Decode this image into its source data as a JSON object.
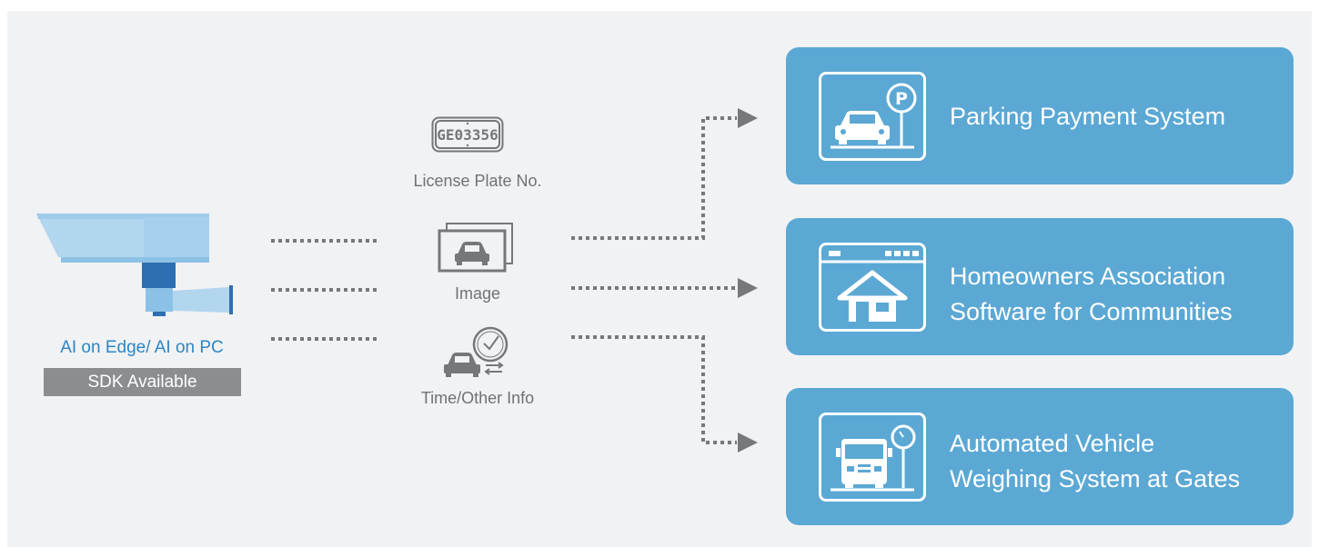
{
  "camera": {
    "caption": "AI on Edge/ AI on PC",
    "badge": "SDK Available"
  },
  "data_items": [
    {
      "plate_text": "GE03356",
      "label": "License Plate No.",
      "icon": "license-plate-icon"
    },
    {
      "label": "Image",
      "icon": "image-stack-icon"
    },
    {
      "label": "Time/Other Info",
      "icon": "car-clock-icon"
    }
  ],
  "destinations": [
    {
      "label": "Parking Payment System",
      "icon": "parking-car-icon"
    },
    {
      "label": "Homeowners Association\nSoftware for Communities",
      "icon": "house-browser-icon"
    },
    {
      "label": "Automated Vehicle\nWeighing System at Gates",
      "icon": "truck-scale-icon"
    }
  ],
  "colors": {
    "background": "#f1f2f4",
    "card": "#5ba8d4",
    "accent_text": "#2d86c4",
    "badge": "#8b8d90",
    "dots": "#76787b",
    "icon_gray": "#75777a"
  }
}
